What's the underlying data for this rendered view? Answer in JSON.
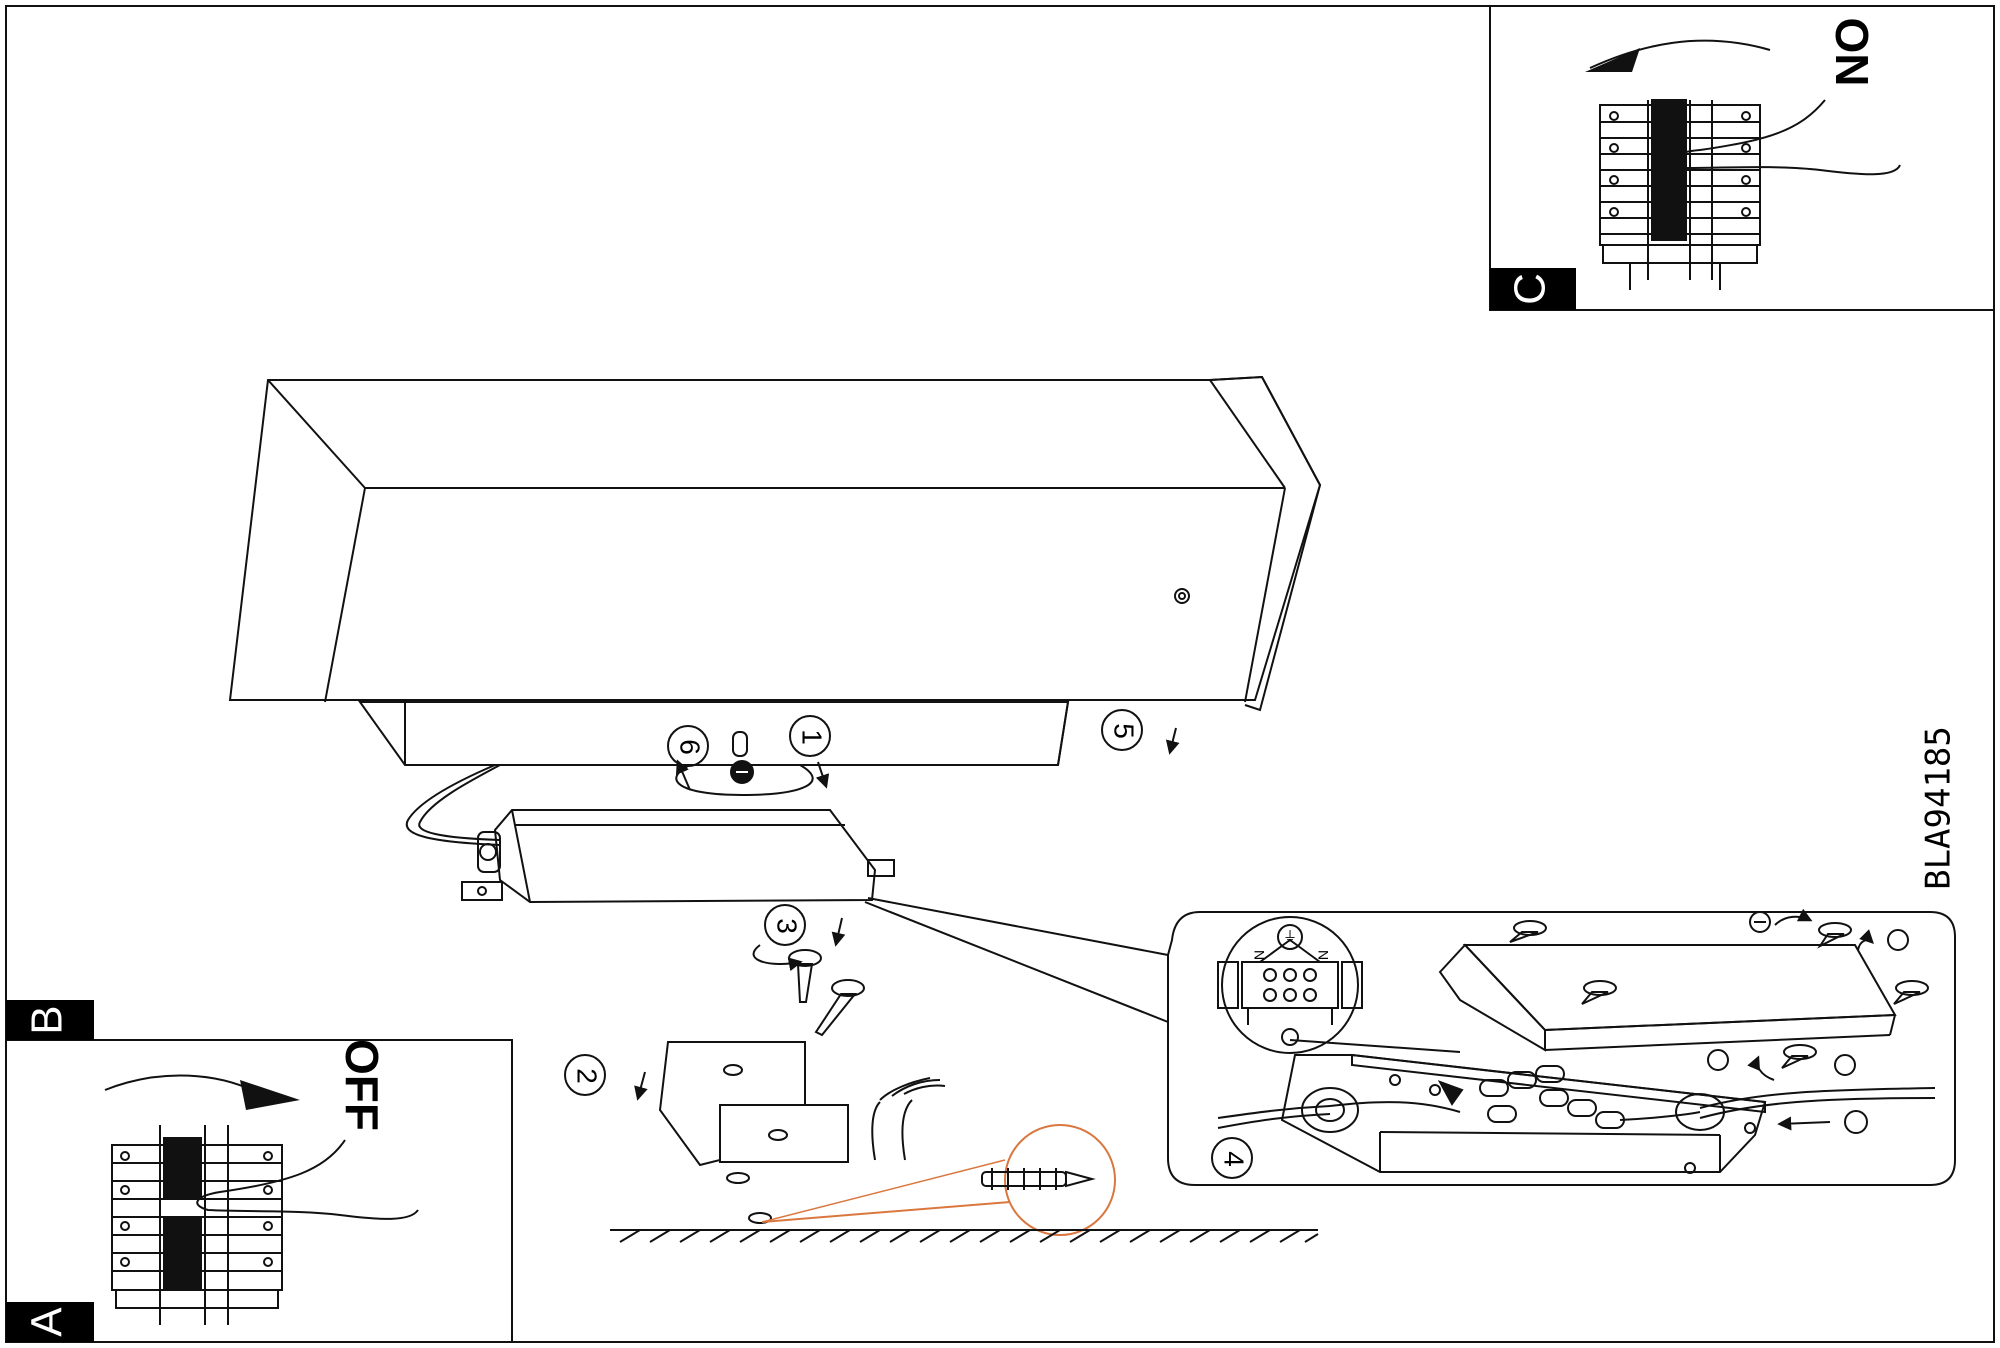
{
  "panels": {
    "a": {
      "letter": "A",
      "state_text": "OFF"
    },
    "b": {
      "letter": "B"
    },
    "c": {
      "letter": "C",
      "state_text": "ON"
    }
  },
  "steps": [
    "1",
    "2",
    "3",
    "4",
    "5",
    "6"
  ],
  "model_code": "BLA94185",
  "wiring_labels": {
    "neutral_left": "N",
    "neutral_right": "N",
    "earth": "⏚"
  },
  "colors": {
    "line": "#111111",
    "accent": "#d9773f",
    "badge": "#000000"
  }
}
